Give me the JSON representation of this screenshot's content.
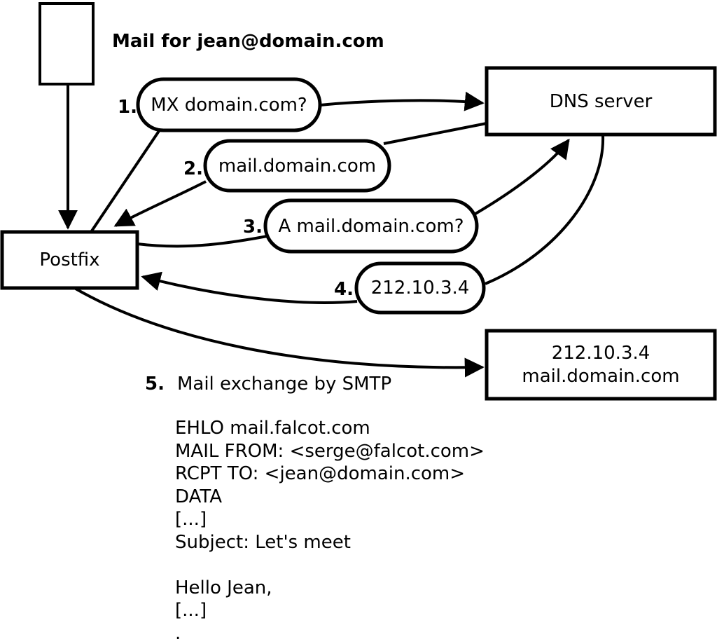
{
  "note": {
    "text": "Mail for jean@domain.com"
  },
  "nodes": {
    "postfix": {
      "label": "Postfix"
    },
    "dns": {
      "label": "DNS server"
    },
    "mail_server": {
      "line1": "212.10.3.4",
      "line2": "mail.domain.com"
    }
  },
  "steps": [
    {
      "num": "1.",
      "label": "MX domain.com?"
    },
    {
      "num": "2.",
      "label": "mail.domain.com"
    },
    {
      "num": "3.",
      "label": "A mail.domain.com?"
    },
    {
      "num": "4.",
      "label": "212.10.3.4"
    },
    {
      "num": "5.",
      "label": "Mail exchange by SMTP"
    }
  ],
  "smtp": {
    "lines": [
      "EHLO mail.falcot.com",
      "MAIL FROM: <serge@falcot.com>",
      "RCPT TO: <jean@domain.com>",
      "DATA",
      "[...]",
      "Subject: Let's meet",
      "",
      "Hello Jean,",
      "[...]",
      "."
    ]
  },
  "colors": {
    "stroke": "#000000",
    "text": "#000000",
    "background": "#ffffff"
  }
}
